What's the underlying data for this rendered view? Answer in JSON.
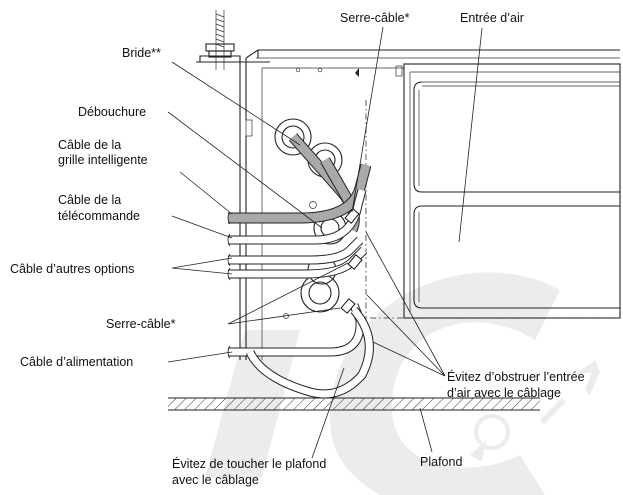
{
  "labels": {
    "bride": "Bride**",
    "serre_cable_top": "Serre-câble*",
    "entree_air": "Entrée d’air",
    "debouchure": "Débouchure",
    "cable_grille_line1": "Câble de la",
    "cable_grille_line2": "grille intelligente",
    "cable_telecommande_line1": "Câble de la",
    "cable_telecommande_line2": "télécommande",
    "cable_autres_options": "Câble d’autres options",
    "serre_cable_mid": "Serre-câble*",
    "cable_alimentation": "Câble d’alimentation",
    "evitez_obstruer_line1": "Évitez d’obstruer l’entrée",
    "evitez_obstruer_line2": "d’air avec le câblage",
    "evitez_toucher_line1": "Évitez de toucher le plafond",
    "evitez_toucher_line2": "avec le câblage",
    "plafond": "Plafond"
  },
  "colors": {
    "line": "#222222",
    "gland_grey": "#a9a9a9",
    "watermark": "#ececec"
  }
}
